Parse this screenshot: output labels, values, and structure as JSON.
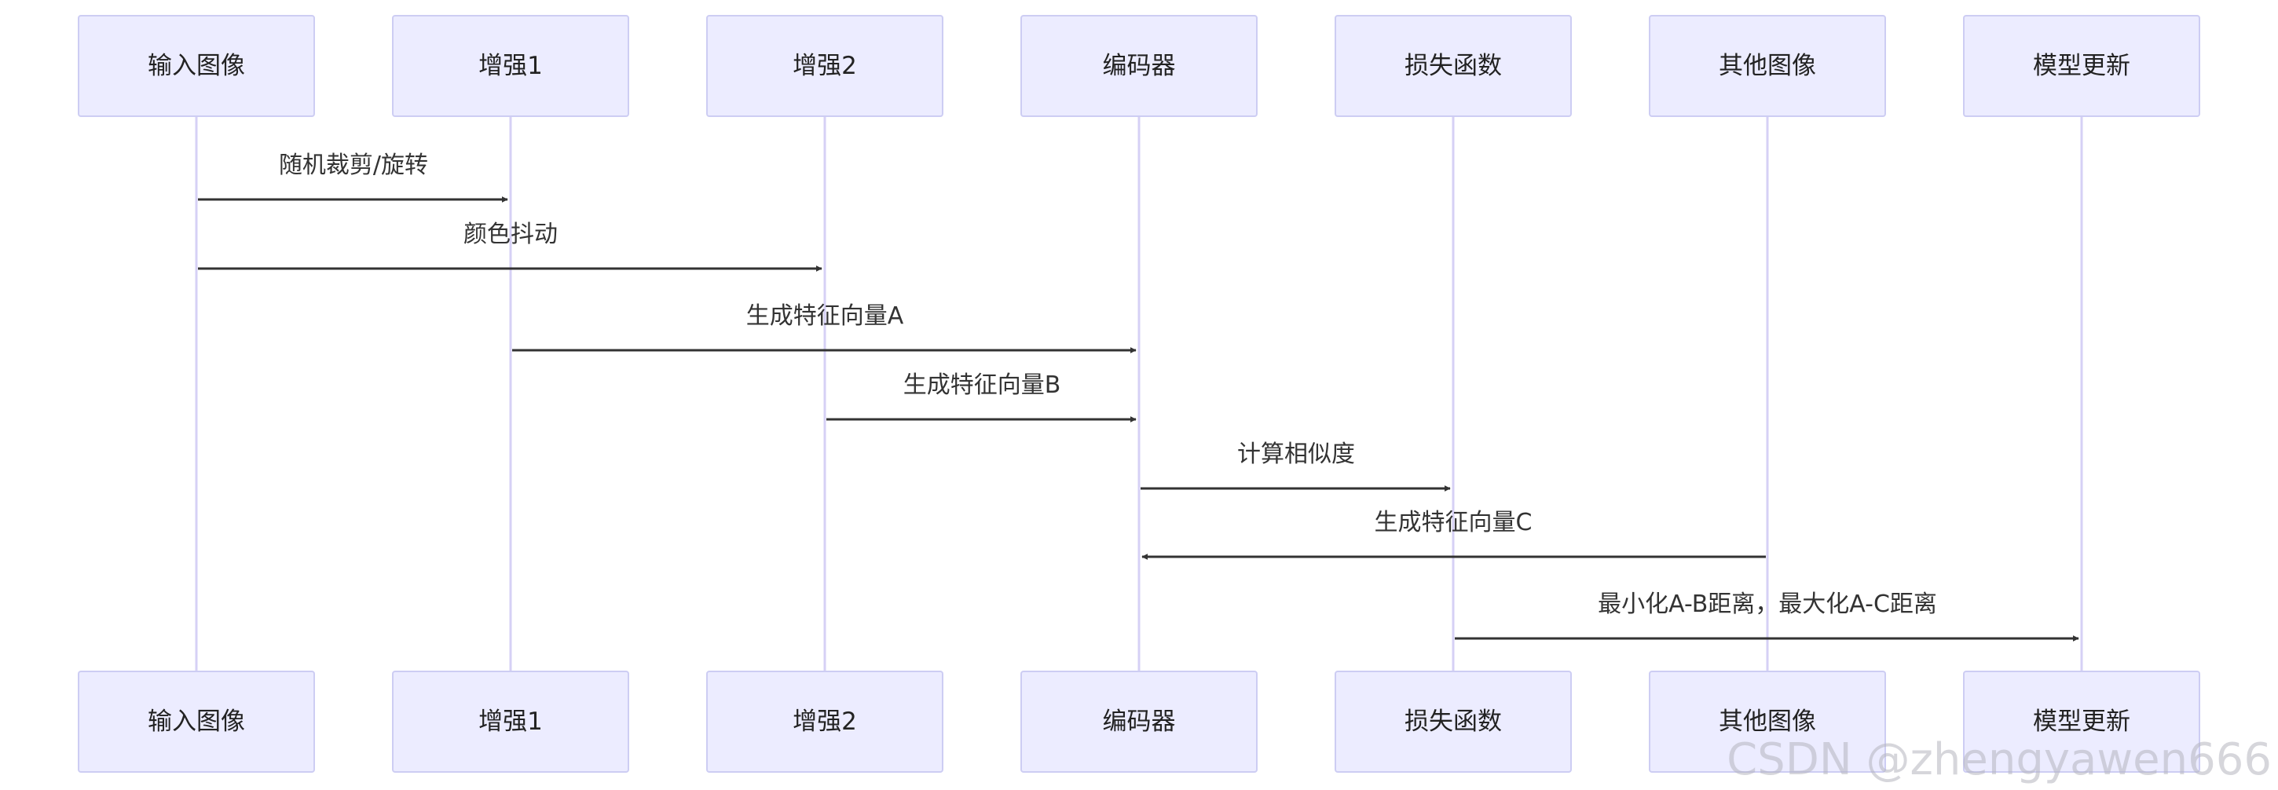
{
  "diagram": {
    "type": "sequence",
    "colors": {
      "actor_fill": "#ECECFF",
      "actor_border": "#CDCDF3",
      "lifeline": "#D6D0F5",
      "message": "#333333"
    },
    "participants": [
      "输入图像",
      "增强1",
      "增强2",
      "编码器",
      "损失函数",
      "其他图像",
      "模型更新"
    ],
    "messages": [
      {
        "from": 0,
        "to": 1,
        "label": "随机裁剪/旋转"
      },
      {
        "from": 0,
        "to": 2,
        "label": "颜色抖动"
      },
      {
        "from": 1,
        "to": 3,
        "label": "生成特征向量A"
      },
      {
        "from": 2,
        "to": 3,
        "label": "生成特征向量B"
      },
      {
        "from": 3,
        "to": 4,
        "label": "计算相似度"
      },
      {
        "from": 5,
        "to": 3,
        "label": "生成特征向量C"
      },
      {
        "from": 4,
        "to": 6,
        "label": "最小化A-B距离，最大化A-C距离"
      }
    ]
  },
  "watermark": "CSDN @zhengyawen666"
}
